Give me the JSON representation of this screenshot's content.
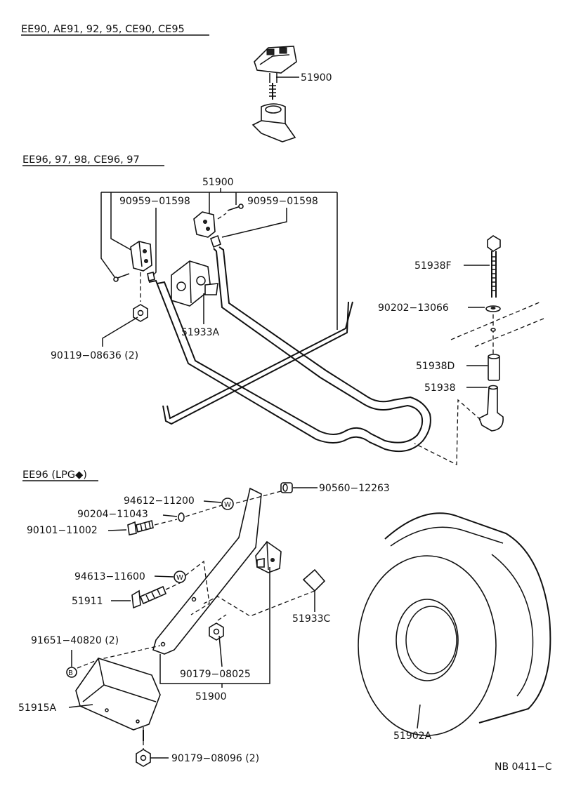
{
  "sections": {
    "a": "EE90, AE91, 92, 95, CE90, CE95",
    "b": "EE96, 97, 98, CE96, 97",
    "c": "EE96 (LPG◆)"
  },
  "labels": {
    "a_51900": "51900",
    "b_51900": "51900",
    "b_90959_left": "90959−01598",
    "b_90959_right": "90959−01598",
    "b_51933A": "51933A",
    "b_90119": "90119−08636 (2)",
    "r_51938F": "51938F",
    "r_90202": "90202−13066",
    "r_51938D": "51938D",
    "r_51938": "51938",
    "c_94612": "94612−11200",
    "c_90560": "90560−12263",
    "c_90204": "90204−11043",
    "c_90101": "90101−11002",
    "c_94613": "94613−11600",
    "c_51911": "51911",
    "c_51933C": "51933C",
    "c_91651": "91651−40820 (2)",
    "c_90179a": "90179−08025",
    "c_51900": "51900",
    "c_51915A": "51915A",
    "c_90179b": "90179−08096 (2)",
    "c_51902A": "51902A",
    "ref": "NB 0411−C"
  }
}
